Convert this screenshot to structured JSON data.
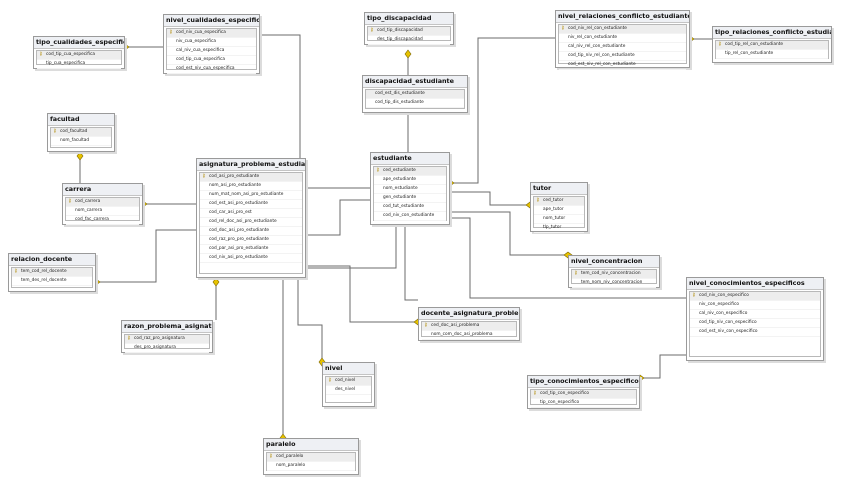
{
  "tables": [
    {
      "id": "tipo_cualidades_especificas",
      "title": "tipo_cualidades_especificas",
      "rows": [
        {
          "name": "cod_tip_cua_especifica",
          "pk": true
        },
        {
          "name": "tip_cua_especifica"
        }
      ]
    },
    {
      "id": "nivel_cualidades_especificas",
      "title": "nivel_cualidades_especificas",
      "rows": [
        {
          "name": "cod_niv_cua_especifica",
          "pk": true
        },
        {
          "name": "niv_cua_especifica"
        },
        {
          "name": "cal_niv_cua_especifica"
        },
        {
          "name": "cod_tip_cua_especifica"
        },
        {
          "name": "cod_est_niv_cua_especifica"
        }
      ]
    },
    {
      "id": "tipo_discapacidad",
      "title": "tipo_discapacidad",
      "rows": [
        {
          "name": "cod_tip_discapacidad",
          "pk": true
        },
        {
          "name": "des_tip_discapacidad"
        }
      ]
    },
    {
      "id": "nivel_relaciones_conflicto_estudiante",
      "title": "nivel_relaciones_conflicto_estudiante",
      "rows": [
        {
          "name": "cod_niv_rel_con_estudiante",
          "pk": true
        },
        {
          "name": "niv_rel_con_estudiante"
        },
        {
          "name": "cal_niv_rel_con_estudiante"
        },
        {
          "name": "cod_tip_niv_rel_con_estudiante"
        },
        {
          "name": "cod_est_niv_rel_con_estudiante"
        }
      ]
    },
    {
      "id": "tipo_relaciones_conflicto_estudiante",
      "title": "tipo_relaciones_conflicto_estudiante",
      "rows": [
        {
          "name": "cod_tip_rel_con_estudiante",
          "pk": true
        },
        {
          "name": "tip_rel_con_estudiante"
        }
      ]
    },
    {
      "id": "discapacidad_estudiante",
      "title": "discapacidad_estudiante",
      "rows": [
        {
          "name": "cod_est_dis_estudiante"
        },
        {
          "name": "cod_tip_dis_estudiante"
        }
      ]
    },
    {
      "id": "facultad",
      "title": "facultad",
      "rows": [
        {
          "name": "cod_facultad",
          "pk": true
        },
        {
          "name": "nom_facultad"
        }
      ]
    },
    {
      "id": "carrera",
      "title": "carrera",
      "rows": [
        {
          "name": "cod_carrera",
          "pk": true
        },
        {
          "name": "nom_carrera"
        },
        {
          "name": "cod_fac_carrera"
        }
      ]
    },
    {
      "id": "asignatura_problema_estudiante",
      "title": "asignatura_problema_estudiante",
      "rows": [
        {
          "name": "cod_asi_pro_estudiante",
          "pk": true
        },
        {
          "name": "nom_asi_pro_estudiante"
        },
        {
          "name": "num_mat_nom_asi_pro_estudiante"
        },
        {
          "name": "cod_est_asi_pro_estudiante"
        },
        {
          "name": "cod_car_asi_pro_est"
        },
        {
          "name": "cod_rel_doc_asi_pro_estudiante"
        },
        {
          "name": "cod_doc_asi_pro_estudiante"
        },
        {
          "name": "cod_raz_pro_pro_estudiante"
        },
        {
          "name": "cod_par_asi_pro_estudiante"
        },
        {
          "name": "cod_niv_asi_pro_estudiante"
        }
      ]
    },
    {
      "id": "estudiante",
      "title": "estudiante",
      "rows": [
        {
          "name": "ced_estudiante",
          "pk": true
        },
        {
          "name": "ape_estudiante"
        },
        {
          "name": "nom_estudiante"
        },
        {
          "name": "gen_estudiante"
        },
        {
          "name": "cod_tut_estudiante"
        },
        {
          "name": "cod_niv_con_estudiante"
        }
      ]
    },
    {
      "id": "tutor",
      "title": "tutor",
      "rows": [
        {
          "name": "ced_tutor",
          "pk": true
        },
        {
          "name": "ape_tutor"
        },
        {
          "name": "nom_tutor"
        },
        {
          "name": "tlp_tutor"
        }
      ]
    },
    {
      "id": "relacion_docente",
      "title": "relacion_docente",
      "rows": [
        {
          "name": "tem_cod_rel_docente",
          "pk": true
        },
        {
          "name": "tem_des_rel_docente"
        }
      ]
    },
    {
      "id": "nivel_concentracion",
      "title": "nivel_concentracion",
      "rows": [
        {
          "name": "tem_cod_niv_concentracion",
          "pk": true
        },
        {
          "name": "tem_nom_niv_concentracion"
        }
      ]
    },
    {
      "id": "nivel_conocimientos_especificos",
      "title": "nivel_conocimientos_especificos",
      "rows": [
        {
          "name": "cod_niv_con_especifico",
          "pk": true
        },
        {
          "name": "niv_con_especifico"
        },
        {
          "name": "cal_niv_con_especifico"
        },
        {
          "name": "cod_tip_niv_con_especifico"
        },
        {
          "name": "cod_est_niv_con_especifico"
        }
      ]
    },
    {
      "id": "razon_problema_asignatura",
      "title": "razon_problema_asignatura",
      "rows": [
        {
          "name": "cod_raz_pro_asignatura",
          "pk": true
        },
        {
          "name": "des_pro_asignatura"
        }
      ]
    },
    {
      "id": "docente_asignatura_problema",
      "title": "docente_asignatura_problema",
      "rows": [
        {
          "name": "ced_doc_asi_problema",
          "pk": true
        },
        {
          "name": "nom_com_doc_asi_problema"
        }
      ]
    },
    {
      "id": "nivel",
      "title": "nivel",
      "rows": [
        {
          "name": "cod_nivel",
          "pk": true
        },
        {
          "name": "des_nivel"
        }
      ]
    },
    {
      "id": "tipo_conocimientos_especificos",
      "title": "tipo_conocimientos_especificos",
      "rows": [
        {
          "name": "cod_tip_con_especifico",
          "pk": true
        },
        {
          "name": "tip_con_especifico"
        }
      ]
    },
    {
      "id": "paralelo",
      "title": "paralelo",
      "rows": [
        {
          "name": "cod_paralelo",
          "pk": true
        },
        {
          "name": "nom_paralelo"
        }
      ]
    }
  ]
}
